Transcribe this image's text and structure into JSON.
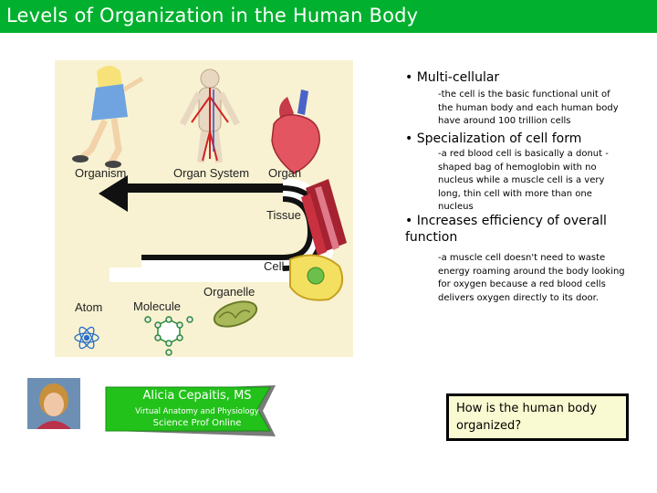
{
  "title": "Levels of Organization in the Human Body",
  "diagram": {
    "labels": {
      "organism": "Organism",
      "organ_system": "Organ System",
      "organ": "Organ",
      "tissue": "Tissue",
      "cell": "Cell",
      "organelle": "Organelle",
      "atom": "Atom",
      "molecule": "Molecule"
    }
  },
  "bullets": [
    {
      "heading": "• Multi-cellular",
      "detail": "-the cell is the basic functional unit of the human body and each human body have around 100 trillion cells"
    },
    {
      "heading": "• Specialization of cell form",
      "detail": "-a red blood cell is basically a donut -shaped bag of hemoglobin with no nucleus while a muscle cell is a very long, thin cell with more than one nucleus"
    },
    {
      "heading": "• Increases efficiency of overall function",
      "detail": "-a muscle cell doesn't need to waste energy roaming around the body looking for oxygen because a red blood cells delivers oxygen directly to its door."
    }
  ],
  "author": {
    "name": "Alicia Cepaitis, MS",
    "course": "Virtual Anatomy and Physiology",
    "brand": "Science Prof Online"
  },
  "question": "How is the human body organized?",
  "colors": {
    "title_bar": "#00b02e",
    "banner": "#22c21a",
    "question_bg": "#fafad2",
    "diagram_bg": "#f8f2d2"
  }
}
